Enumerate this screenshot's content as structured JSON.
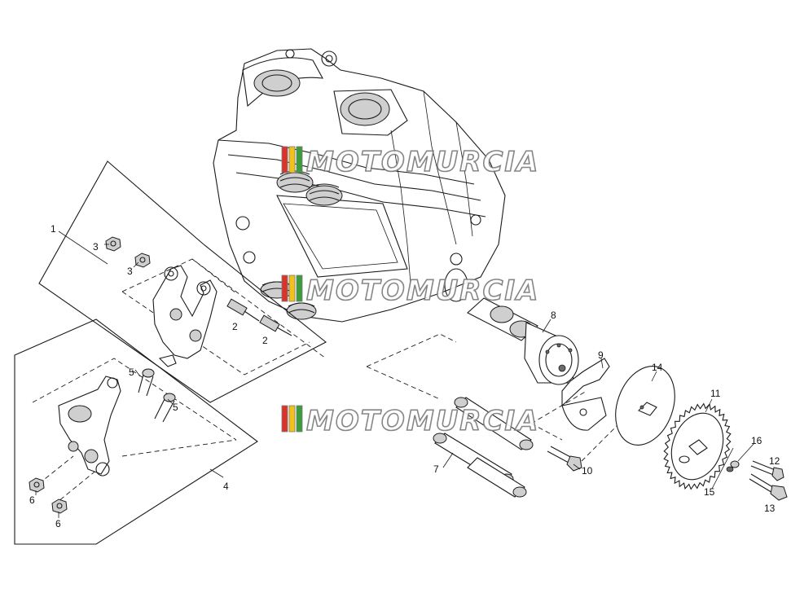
{
  "callouts": [
    {
      "id": "c1",
      "label": "1"
    },
    {
      "id": "c2a",
      "label": "2"
    },
    {
      "id": "c2b",
      "label": "2"
    },
    {
      "id": "c3a",
      "label": "3"
    },
    {
      "id": "c3b",
      "label": "3"
    },
    {
      "id": "c4",
      "label": "4"
    },
    {
      "id": "c5a",
      "label": "5"
    },
    {
      "id": "c5b",
      "label": "5"
    },
    {
      "id": "c6a",
      "label": "6"
    },
    {
      "id": "c6b",
      "label": "6"
    },
    {
      "id": "c7",
      "label": "7"
    },
    {
      "id": "c8",
      "label": "8"
    },
    {
      "id": "c9",
      "label": "9"
    },
    {
      "id": "c10",
      "label": "10"
    },
    {
      "id": "c11",
      "label": "11"
    },
    {
      "id": "c12",
      "label": "12"
    },
    {
      "id": "c13",
      "label": "13"
    },
    {
      "id": "c14",
      "label": "14"
    },
    {
      "id": "c15",
      "label": "15"
    },
    {
      "id": "c16",
      "label": "16"
    }
  ],
  "watermark": {
    "text": "MOTOMURCIA",
    "stripe_colors": [
      "#d9342b",
      "#f2c21b",
      "#3a9d3a"
    ]
  }
}
